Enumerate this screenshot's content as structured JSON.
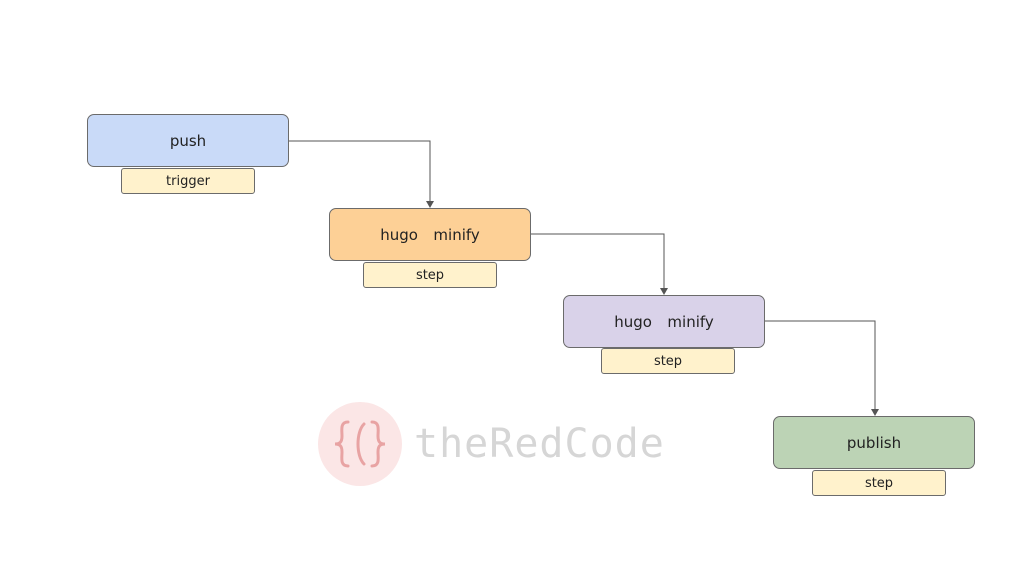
{
  "diagram": {
    "nodes": [
      {
        "id": "push",
        "label": "push",
        "tag": "trigger",
        "color": "#c9daf8"
      },
      {
        "id": "hugo1",
        "label": "hugo  minify",
        "tag": "step",
        "color": "#fdd096"
      },
      {
        "id": "hugo2",
        "label": "hugo  minify",
        "tag": "step",
        "color": "#d9d2e9"
      },
      {
        "id": "publish",
        "label": "publish",
        "tag": "step",
        "color": "#bcd3b5"
      }
    ],
    "edges": [
      {
        "from": "push",
        "to": "hugo1"
      },
      {
        "from": "hugo1",
        "to": "hugo2"
      },
      {
        "from": "hugo2",
        "to": "publish"
      }
    ],
    "tag_color": "#fff2cc",
    "line_color": "#555555"
  },
  "watermark": {
    "text": "theRedCode",
    "icon": "curly-braces-logo-icon"
  }
}
